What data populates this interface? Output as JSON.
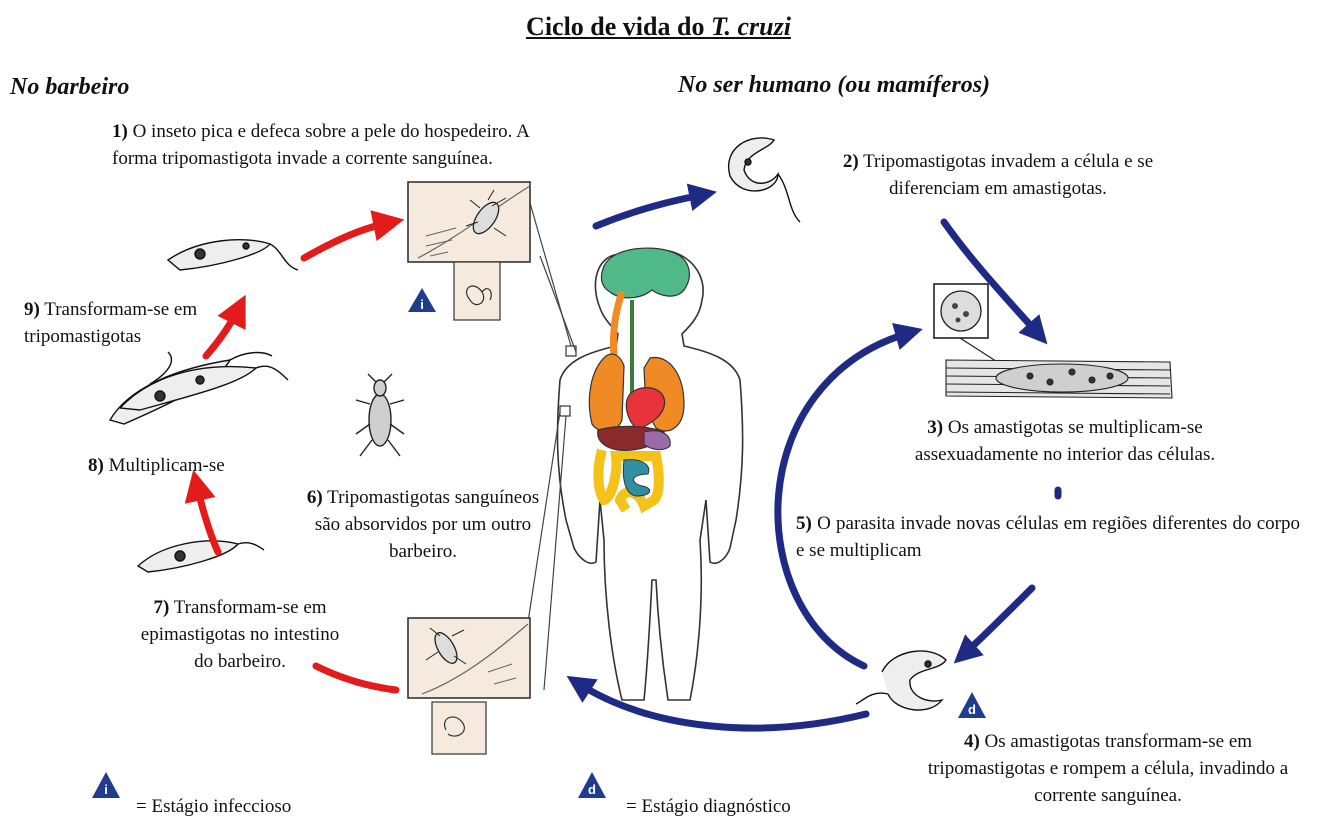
{
  "title_prefix": "Ciclo de vida do ",
  "title_species": "T. cruzi",
  "heading_left": "No barbeiro",
  "heading_right": "No ser humano (ou mamíferos)",
  "steps": [
    {
      "num": "1)",
      "text": "O inseto pica e defeca sobre a pele do hospedeiro. A forma tripomastigota invade a corrente sanguínea."
    },
    {
      "num": "2)",
      "text": "Tripomastigotas  invadem a célula e se diferenciam em amastigotas."
    },
    {
      "num": "3)",
      "text": "Os amastigotas se multiplicam-se assexuadamente no interior das células."
    },
    {
      "num": "4)",
      "text": "Os amastigotas transformam-se em tripomastigotas e rompem a célula, invadindo a corrente sanguínea."
    },
    {
      "num": "5)",
      "text": "O parasita invade novas células em regiões diferentes do corpo e se multiplicam"
    },
    {
      "num": "6)",
      "text": "Tripomastigotas sanguíneos são absorvidos por um outro barbeiro."
    },
    {
      "num": "7)",
      "text": "Transformam-se em epimastigotas no intestino do barbeiro."
    },
    {
      "num": "8)",
      "text": "Multiplicam-se"
    },
    {
      "num": "9)",
      "text": "Transformam-se em tripomastigotas"
    }
  ],
  "legend": {
    "infective_symbol": "i",
    "infective_text": "= Estágio infeccioso",
    "diagnostic_symbol": "d",
    "diagnostic_text": "= Estágio diagnóstico"
  },
  "colors": {
    "red_arrow": "#e31b1b",
    "blue_arrow": "#1f2a84",
    "triangle": "#1f3c8f",
    "panel_fill": "#f6e9dd",
    "brain": "#4fb98a",
    "lungs": "#ef8a24",
    "heart": "#e8333a",
    "intestine_small": "#2f8fa3",
    "intestine_large": "#f5c21a",
    "liver": "#8b2a2a"
  }
}
